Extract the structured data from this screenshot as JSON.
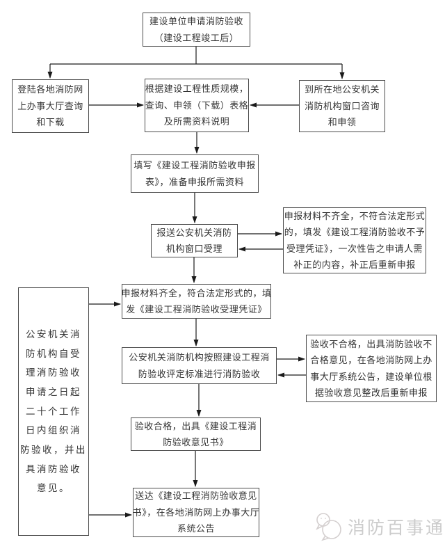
{
  "colors": {
    "background": "#ffffff",
    "box_border": "#4a4a4a",
    "connector": "#1a1a1a",
    "text": "#333333",
    "watermark_text": "#cccccc"
  },
  "nodes": {
    "apply": {
      "text": "建设单位申请消防验收\n（建设工程竣工后）"
    },
    "online_hall": {
      "text": "登陆各地消防网\n上办事大厅查询\n和下载"
    },
    "forms": {
      "text": "根据建设工程性质规模，\n查询、申领（下载）表格\n及所需资料说明"
    },
    "window_consult": {
      "text": "到所在地公安机关\n消防机构窗口咨询\n和申领"
    },
    "fill_form": {
      "text": "填写《建设工程消防验收申报\n表》，准备申报所需资料"
    },
    "submit": {
      "text": "报送公安机关消防\n机构窗口受理"
    },
    "incomplete": {
      "text": "申报材料不齐全，不符合法定形式\n的，填发《建设工程消防验收不予\n受理凭证》，一次性告之申请人需\n补正的内容，补正后重新申报"
    },
    "complete": {
      "text": "申报材料齐全，符合法定形式的，填\n发《建设工程消防验收受理凭证》"
    },
    "inspect": {
      "text": "公安机关消防机构按照建设工程消\n防验收评定标准进行消防验收"
    },
    "fail": {
      "text": "验收不合格，出具消防验收不\n合格意见，在各地消防网上办\n事大厅系统公告，建设单位根\n据验收意见整改后重新申报"
    },
    "pass": {
      "text": "验收合格，出具《建设工程消\n防验收意见书》"
    },
    "deliver": {
      "text": "送达《建设工程消防验收意见\n书》，在各地消防网上办事大厅\n系统公告"
    },
    "timeline": {
      "text": "公安机关消\n防机构自受\n理消防验收\n申请之日起\n二十个工作\n日内组织消\n防验收，并出\n具消防验收\n意见。"
    }
  },
  "watermark": {
    "icon": "chat-bubbles-icon",
    "brand": "消防百事通"
  }
}
